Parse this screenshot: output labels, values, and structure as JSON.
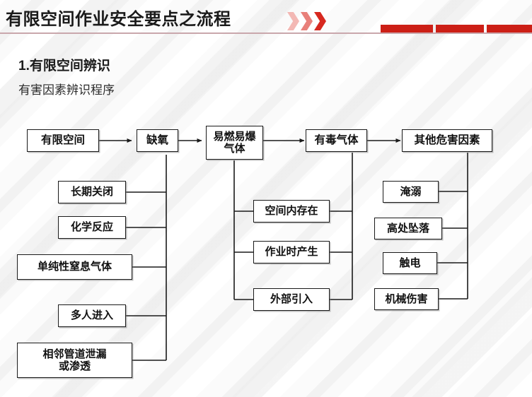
{
  "header": {
    "title": "有限空间作业安全要点之流程",
    "chevron_icon_name": "double-chevron-right-icon",
    "accent_color": "#cc1f16",
    "rule_color": "#c9a7ac",
    "red_bars": 3
  },
  "section": {
    "number_title": "1.有限空间辨识",
    "subtitle": "有害因素辨识程序"
  },
  "flowchart": {
    "top_row": [
      {
        "id": "confined-space",
        "label": "有限空间"
      },
      {
        "id": "oxygen-deficiency",
        "label": "缺氧"
      },
      {
        "id": "flammable-explosive-gas",
        "label": "易燃易爆\n气体"
      },
      {
        "id": "toxic-gas",
        "label": "有毒气体"
      },
      {
        "id": "other-hazard-factors",
        "label": "其他危害因素"
      }
    ],
    "oxygen_deficiency_causes": [
      {
        "id": "long-term-closure",
        "label": "长期关闭"
      },
      {
        "id": "chemical-reaction",
        "label": "化学反应"
      },
      {
        "id": "simple-asphyxiant-gas",
        "label": "单纯性窒息气体"
      },
      {
        "id": "multiple-people-entry",
        "label": "多人进入"
      },
      {
        "id": "adjacent-pipe-leakage",
        "label": "相邻管道泄漏\n或渗透"
      }
    ],
    "gas_sources": [
      {
        "id": "existing-in-space",
        "label": "空间内存在"
      },
      {
        "id": "generated-during-work",
        "label": "作业时产生"
      },
      {
        "id": "introduced-externally",
        "label": "外部引入"
      }
    ],
    "other_hazards": [
      {
        "id": "drowning",
        "label": "淹溺"
      },
      {
        "id": "fall-from-height",
        "label": "高处坠落"
      },
      {
        "id": "electric-shock",
        "label": "触电"
      },
      {
        "id": "mechanical-injury",
        "label": "机械伤害"
      }
    ]
  }
}
